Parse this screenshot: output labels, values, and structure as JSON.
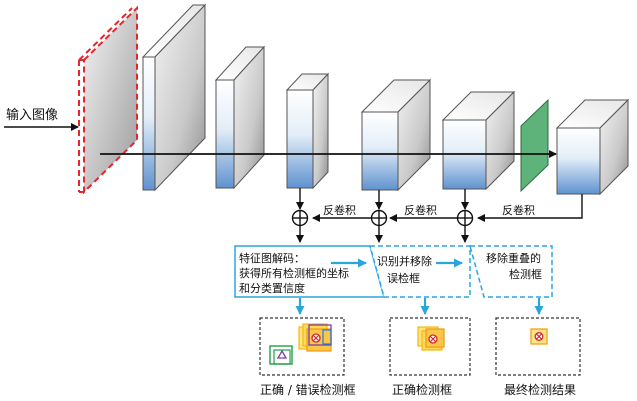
{
  "input_label": "输入图像",
  "deconv_label": "反卷积",
  "module_text": {
    "decode_line1": "特征图解码：",
    "decode_line2": "获得所有检测框的坐标",
    "decode_line3": "和分类置信度",
    "identify_line1": "识别并移除",
    "identify_line2": "误检框",
    "remove_line1": "移除重叠的",
    "remove_line2": "检测框"
  },
  "results": {
    "all": "正确 / 错误检测框",
    "correct": "正确检测框",
    "final": "最终检测结果"
  },
  "colors": {
    "accent_blue": "#2aa6df",
    "input_dash": "#e8262a",
    "box_yellow": "#f5b90a",
    "green_layer": "#5db37a"
  }
}
